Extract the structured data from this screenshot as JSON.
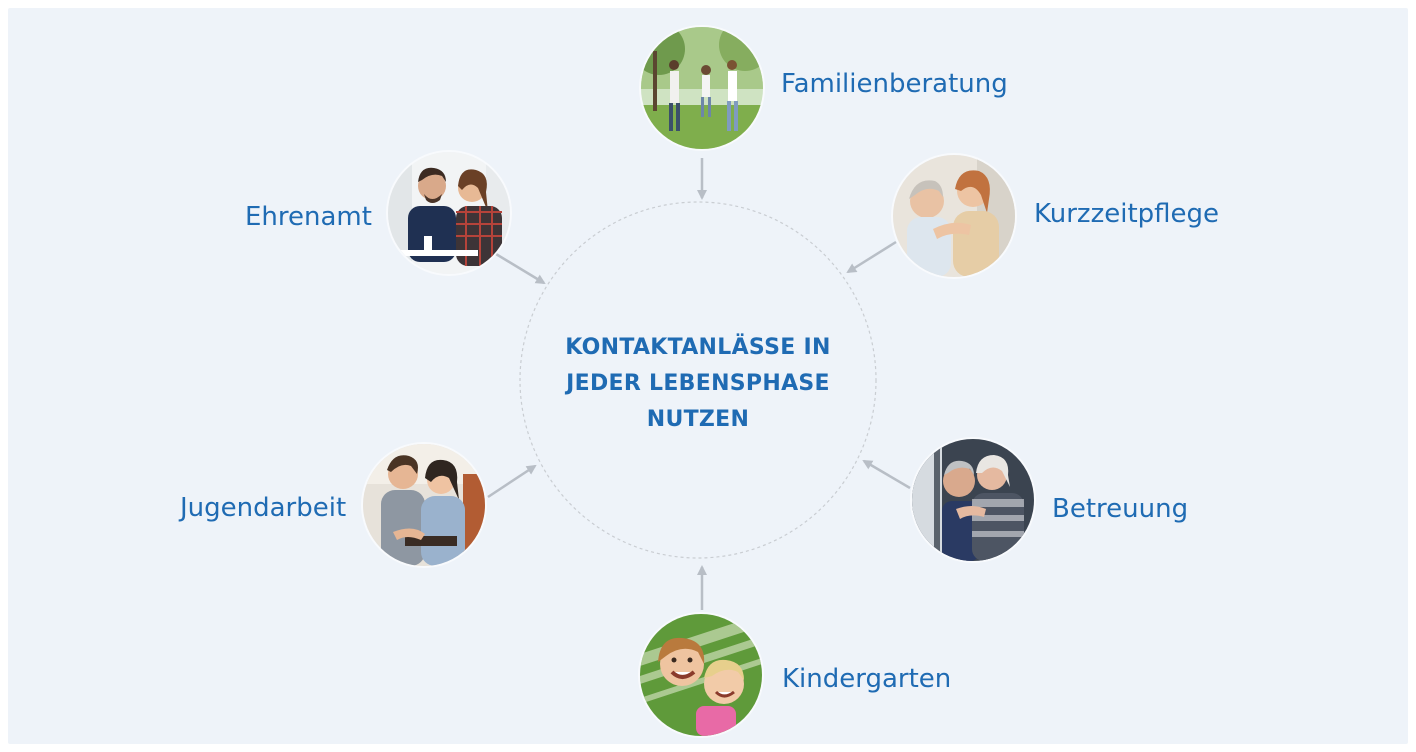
{
  "center_title_lines": [
    "KONTAKTANLÄSSE IN",
    "JEDER LEBENSPHASE",
    "NUTZEN"
  ],
  "colors": {
    "background": "#eef3f9",
    "accent": "#1f6bb3",
    "arrow": "#b8bec6",
    "dashed_circle": "#c9cdd2"
  },
  "nodes": [
    {
      "id": "familienberatung",
      "label": "Familienberatung",
      "photo": "family-walking-in-park-photo"
    },
    {
      "id": "kurzzeitpflege",
      "label": "Kurzzeitpflege",
      "photo": "caregiver-hugging-elderly-woman-photo"
    },
    {
      "id": "betreuung",
      "label": "Betreuung",
      "photo": "elderly-couple-embracing-photo"
    },
    {
      "id": "kindergarten",
      "label": "Kindergarten",
      "photo": "children-in-hammock-photo"
    },
    {
      "id": "jugendarbeit",
      "label": "Jugendarbeit",
      "photo": "young-people-working-together-photo"
    },
    {
      "id": "ehrenamt",
      "label": "Ehrenamt",
      "photo": "volunteers-meeting-photo"
    }
  ]
}
